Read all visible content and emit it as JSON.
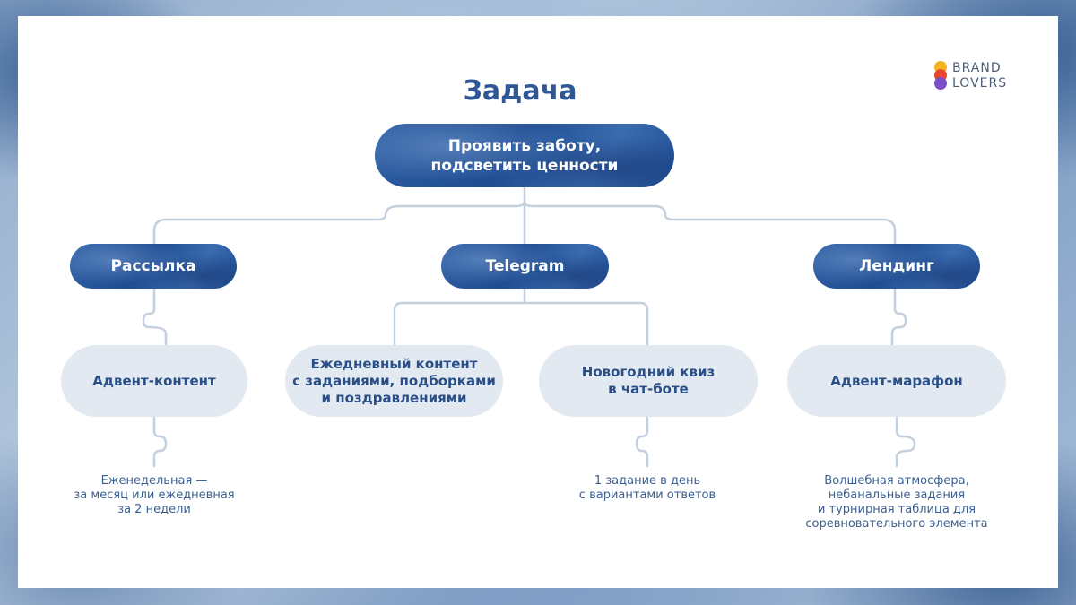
{
  "title": "Задача",
  "root": {
    "line1": "Проявить заботу,",
    "line2": "подсветить ценности"
  },
  "channels": [
    {
      "label": "Рассылка"
    },
    {
      "label": "Telegram"
    },
    {
      "label": "Лендинг"
    }
  ],
  "content_nodes": [
    {
      "lines": [
        "Адвент-контент"
      ]
    },
    {
      "lines": [
        "Ежедневный контент",
        "с заданиями, подборками",
        "и поздравлениями"
      ]
    },
    {
      "lines": [
        "Новогодний квиз",
        "в чат-боте"
      ]
    },
    {
      "lines": [
        "Адвент-марафон"
      ]
    }
  ],
  "notes": [
    {
      "lines": [
        "Еженедельная —",
        "за месяц или ежедневная",
        "за 2 недели"
      ]
    },
    {
      "lines": [
        "1 задание в день",
        "с вариантами ответов"
      ]
    },
    {
      "lines": [
        "Волшебная атмосфера,",
        "небанальные задания",
        "и турнирная таблица для",
        "соревновательного элемента"
      ]
    }
  ],
  "logo": {
    "line1": "BRAND",
    "line2": "LOVERS",
    "dot_colors": [
      "#f4b321",
      "#e8472f",
      "#7b4fc9"
    ]
  },
  "colors": {
    "title": "#2f5796",
    "pill_dark": "#2554a0",
    "pill_light": "#e3e9f1",
    "connector": "#c5d0de",
    "note_text": "#3a5f92"
  }
}
